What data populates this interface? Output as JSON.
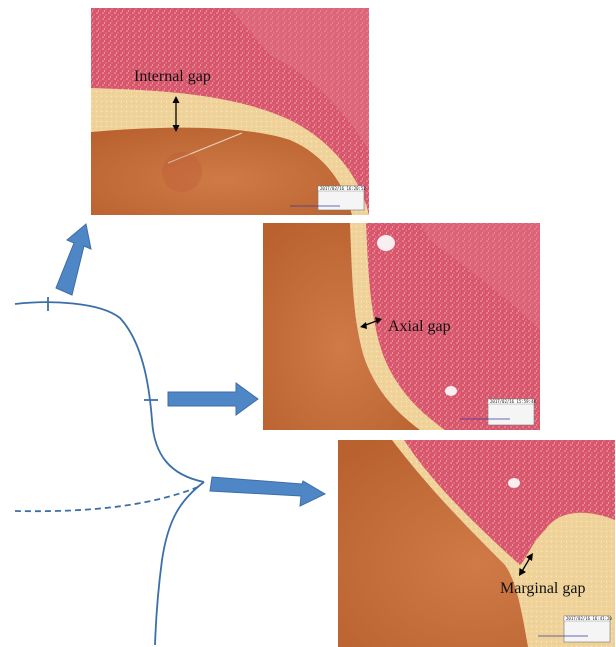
{
  "labels": {
    "internal": "Internal gap",
    "axial": "Axial gap",
    "marginal": "Marginal gap"
  },
  "stamps": {
    "top": "2017/02/16 16:20:52",
    "middle": "2017/02/16 15:59:44",
    "bottom": "2017/02/16 16:41:20"
  },
  "colors": {
    "outline": "#3b6fa8",
    "arrow": "#4f86c6",
    "crown": "#d9566b",
    "cement": "#f0d7a0",
    "tooth": "#c8703e"
  }
}
